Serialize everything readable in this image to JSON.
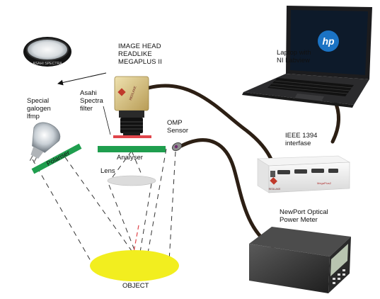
{
  "labels": {
    "image_head": "IMAGE HEAD\nREADLIKE\nMEGAPLUS II",
    "laptop": "Laptop with\nNI Labview",
    "asahi": "Asahi\nSpectra\nfilter",
    "lamp": "Special\ngalogen\nlfmp",
    "omp": "OMP\nSensor",
    "ieee": "IEEE 1394\ninterfase",
    "lens": "Lens",
    "analyser": "Analyser",
    "polariser": "Polariser",
    "object": "OBJECT",
    "power_meter": "NewPort Optical\nPower Meter",
    "filter_ring_text": "ASAHI SPECTRA",
    "camera_brand": "REDLAKE",
    "interface_brand": "REDLAKE",
    "interface_model": "MegaPlus2",
    "laptop_logo": "hp"
  },
  "colors": {
    "object_fill": "#f2ee1f",
    "bar_green": "#1f9e4e",
    "filter_red": "#e0454b",
    "cable": "#2c1f14",
    "camera_gold": "#d3bf7a",
    "hp_blue": "#1b73c4"
  }
}
